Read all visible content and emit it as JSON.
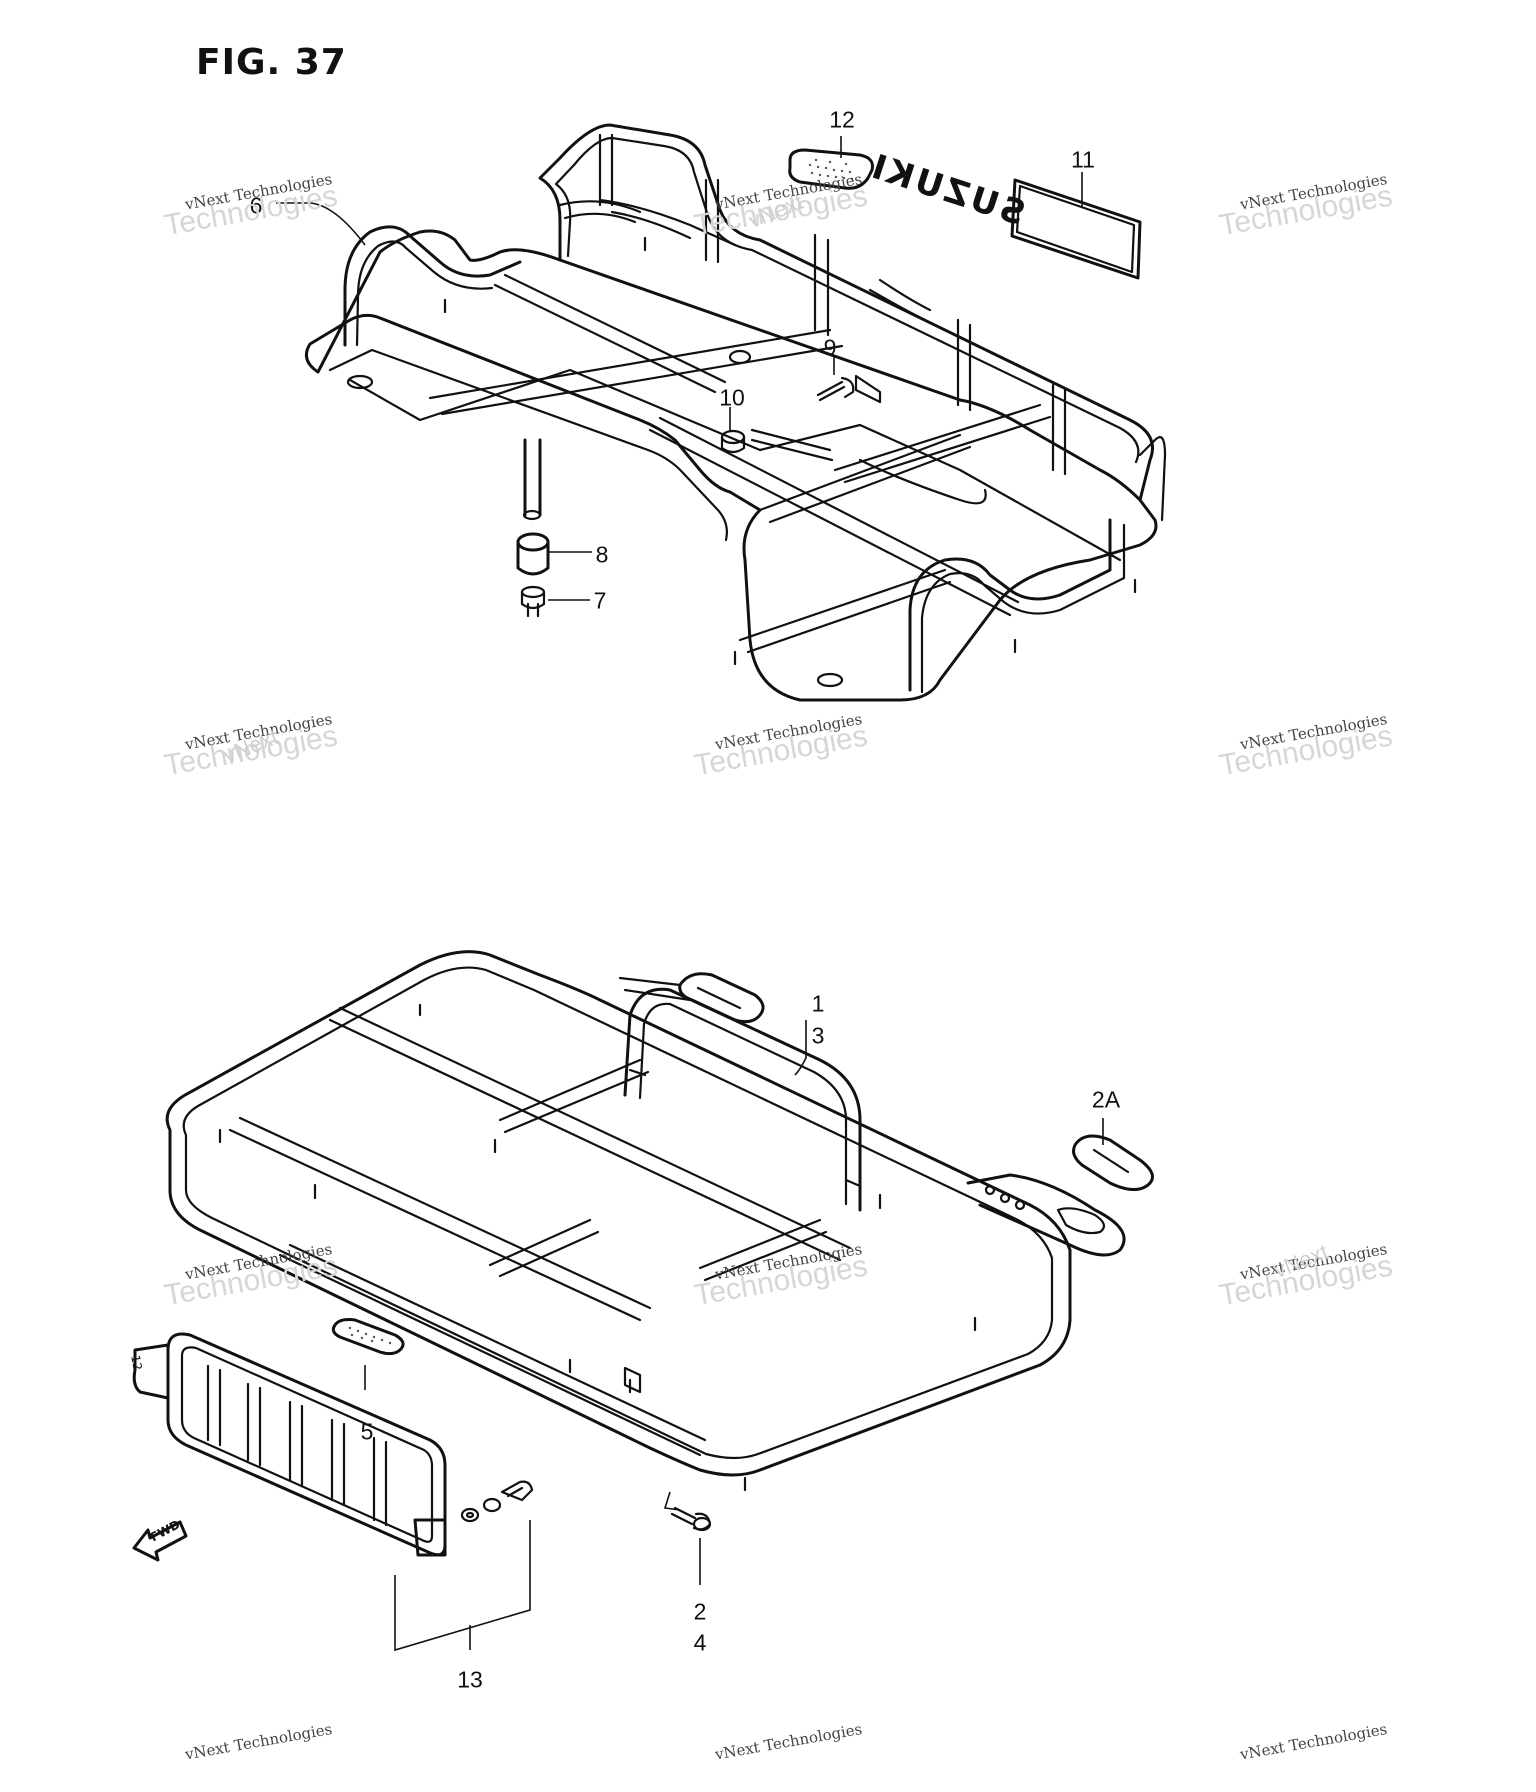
{
  "figure": {
    "title": "FIG. 37"
  },
  "callouts": {
    "c1": "1",
    "c2": "2",
    "c2a": "2A",
    "c3": "3",
    "c4": "4",
    "c5": "5",
    "c6": "6",
    "c7": "7",
    "c8": "8",
    "c9": "9",
    "c10": "10",
    "c11": "11",
    "c12": "12",
    "c13": "13"
  },
  "labels": {
    "decal_text": "SUZUKI",
    "fwd_arrow": "FWD",
    "plate_mark": "12"
  },
  "watermark": {
    "line1": "vNext Technologies",
    "line2": "Technologies",
    "line3": "vNext"
  }
}
